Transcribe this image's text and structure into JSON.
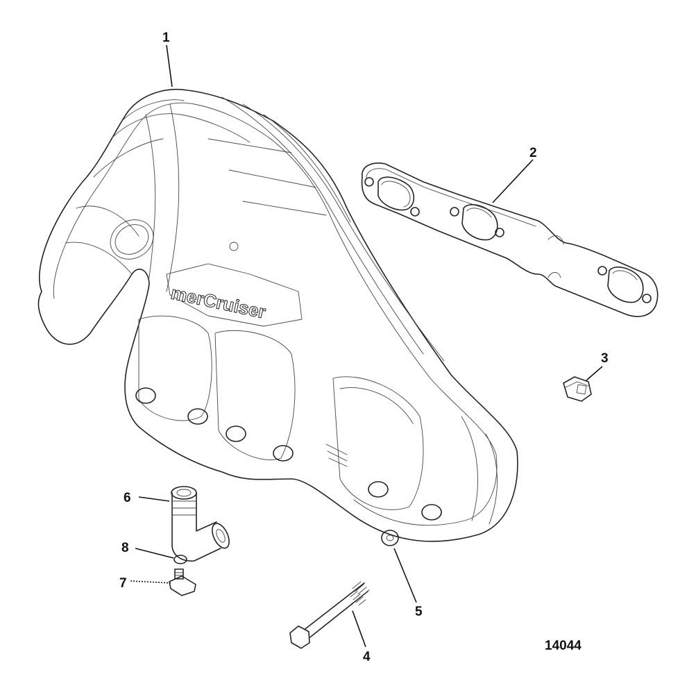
{
  "callouts": [
    {
      "id": "1",
      "label": "1",
      "part": "manifold"
    },
    {
      "id": "2",
      "label": "2",
      "part": "gasket"
    },
    {
      "id": "3",
      "label": "3",
      "part": "plug"
    },
    {
      "id": "4",
      "label": "4",
      "part": "bolt"
    },
    {
      "id": "5",
      "label": "5",
      "part": "washer"
    },
    {
      "id": "6",
      "label": "6",
      "part": "elbow-fitting"
    },
    {
      "id": "7",
      "label": "7",
      "part": "drain-valve"
    },
    {
      "id": "8",
      "label": "8",
      "part": "o-ring"
    }
  ],
  "figure_number": "14044",
  "brand_mark": "merCruiser",
  "colors": {
    "ink": "#222222",
    "paper": "#ffffff"
  }
}
